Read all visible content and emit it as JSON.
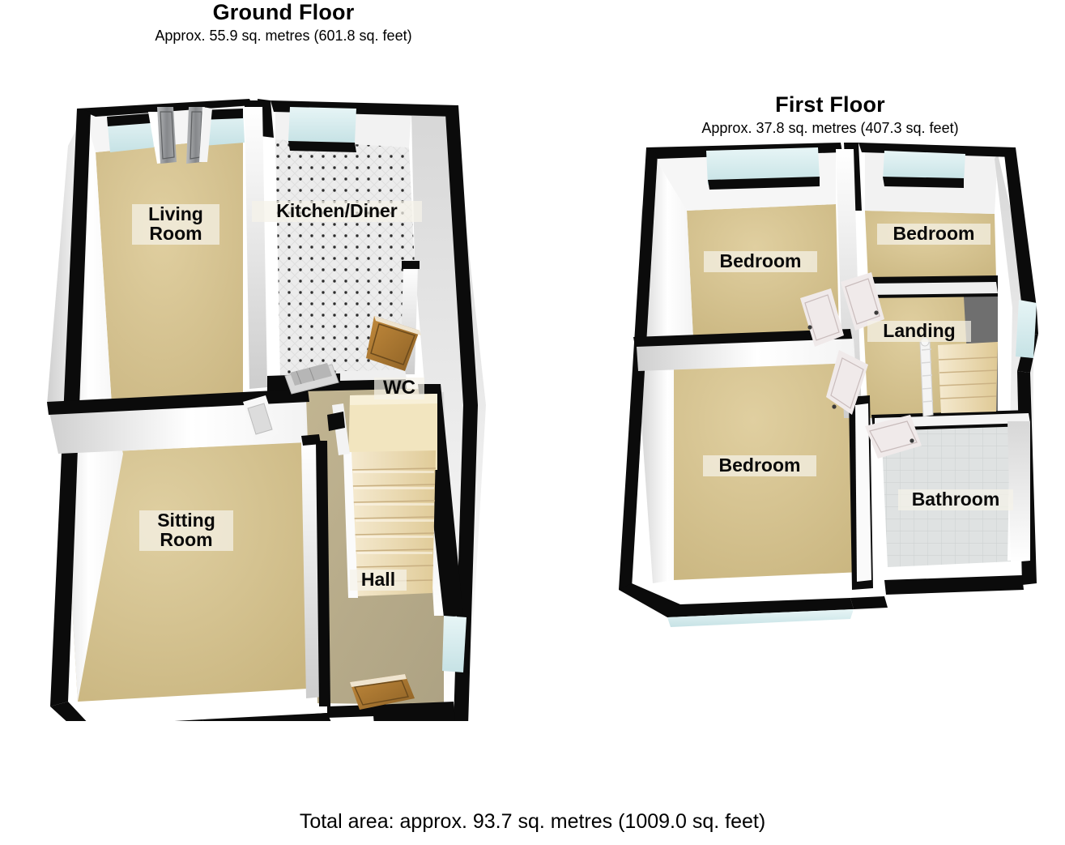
{
  "document": {
    "type": "floor-plan",
    "total_area_text": "Total area: approx. 93.7 sq. metres (1009.0 sq. feet)"
  },
  "floors": [
    {
      "id": "ground",
      "title": "Ground Floor",
      "area_text": "Approx. 55.9 sq. metres (601.8 sq. feet)",
      "area_sq_metres": 55.9,
      "area_sq_feet": 601.8,
      "rooms": [
        {
          "name": "Living Room",
          "label": "Living\nRoom",
          "floor_finish": "carpet-beige"
        },
        {
          "name": "Kitchen/Diner",
          "label": "Kitchen/Diner",
          "floor_finish": "tile-white-dotted"
        },
        {
          "name": "WC",
          "label": "WC",
          "floor_finish": "carpet-cream"
        },
        {
          "name": "Sitting Room",
          "label": "Sitting\nRoom",
          "floor_finish": "carpet-beige"
        },
        {
          "name": "Hall",
          "label": "Hall",
          "floor_finish": "carpet-tan"
        }
      ],
      "features": [
        "french-doors-front",
        "window-living-room",
        "window-kitchen",
        "staircase-up",
        "front-door-wooden",
        "bay-window-sitting-room",
        "internal-door-kitchen",
        "internal-door-hall"
      ]
    },
    {
      "id": "first",
      "title": "First Floor",
      "area_text": "Approx. 37.8 sq. metres (407.3 sq. feet)",
      "area_sq_metres": 37.8,
      "area_sq_feet": 407.3,
      "rooms": [
        {
          "name": "Bedroom 1",
          "label": "Bedroom",
          "floor_finish": "carpet-beige"
        },
        {
          "name": "Bedroom 2",
          "label": "Bedroom",
          "floor_finish": "carpet-beige"
        },
        {
          "name": "Bedroom 3",
          "label": "Bedroom",
          "floor_finish": "carpet-beige"
        },
        {
          "name": "Landing",
          "label": "Landing",
          "floor_finish": "carpet-beige"
        },
        {
          "name": "Bathroom",
          "label": "Bathroom",
          "floor_finish": "tile-grey"
        }
      ],
      "features": [
        "window-bedroom-front-left",
        "window-bedroom-front-right",
        "window-bedroom-rear",
        "window-landing-side",
        "staircase-down",
        "door-bedroom-1",
        "door-bedroom-2",
        "door-bedroom-3",
        "door-bathroom"
      ]
    }
  ],
  "colors": {
    "wall_top": "#0b0b0b",
    "wall_face_light": "#ffffff",
    "wall_face_shadow": "#d2d2d2",
    "carpet_beige": "#d6c391",
    "carpet_tan": "#b9ad8c",
    "carpet_cream": "#f0e3bd",
    "tile_white": "#e9eaea",
    "tile_grey": "#d5d8d8",
    "glass": "#d8eef0",
    "door_wood": "#a9762f",
    "door_metal": "#8e9093",
    "stair_tread": "#efe0b4",
    "label_text": "#0a0a0a",
    "background": "#ffffff"
  }
}
